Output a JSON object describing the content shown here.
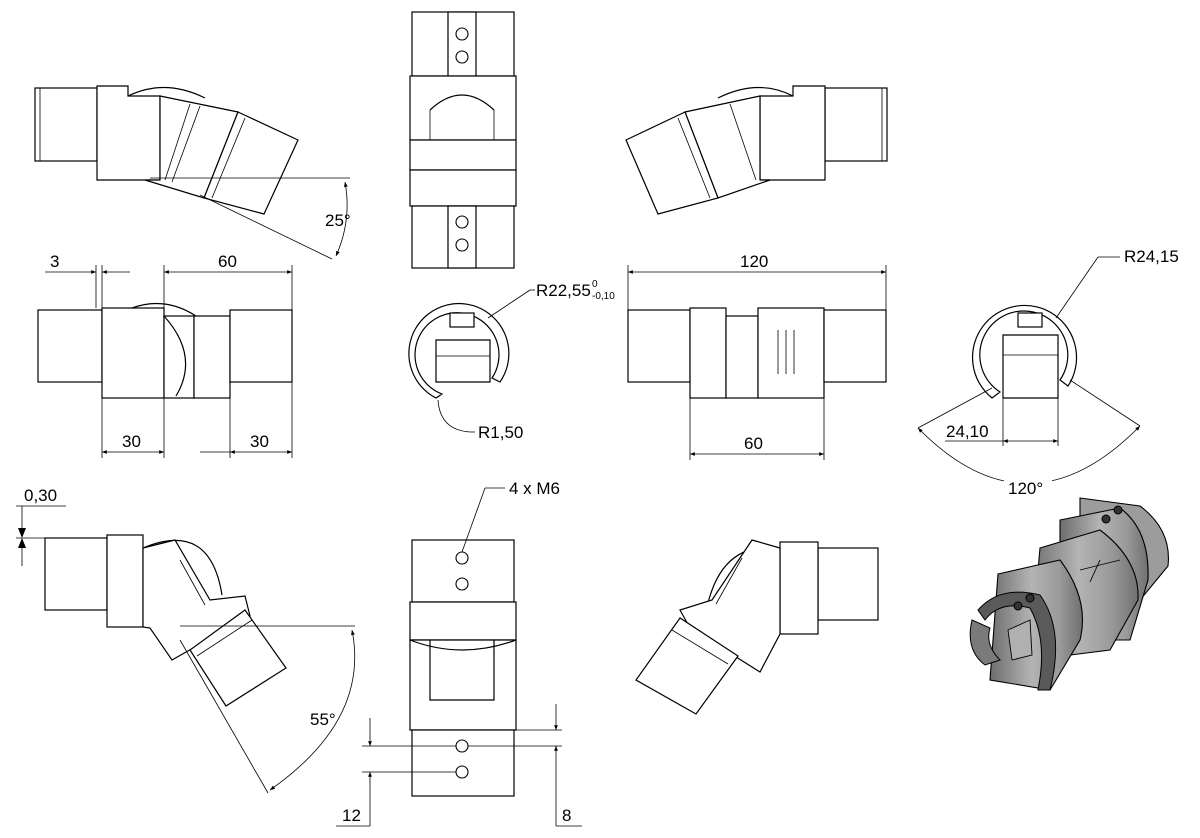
{
  "dimensions": {
    "angle_top": "25°",
    "angle_bottom": "55°",
    "gap_3": "3",
    "length_60_top": "60",
    "length_30_left": "30",
    "length_30_right": "30",
    "radius_inner": "R22,55",
    "tol_upper": "0",
    "tol_lower": "-0,10",
    "radius_small": "R1,50",
    "length_120": "120",
    "length_60_bottom": "60",
    "radius_outer": "R24,15",
    "slot_width": "24,10",
    "angle_120": "120°",
    "offset_030": "0,30",
    "thread_note": "4 x M6",
    "hole_offset_12": "12",
    "hole_offset_8": "8"
  },
  "colors": {
    "line": "#000000",
    "render": "#8a8a8a"
  }
}
